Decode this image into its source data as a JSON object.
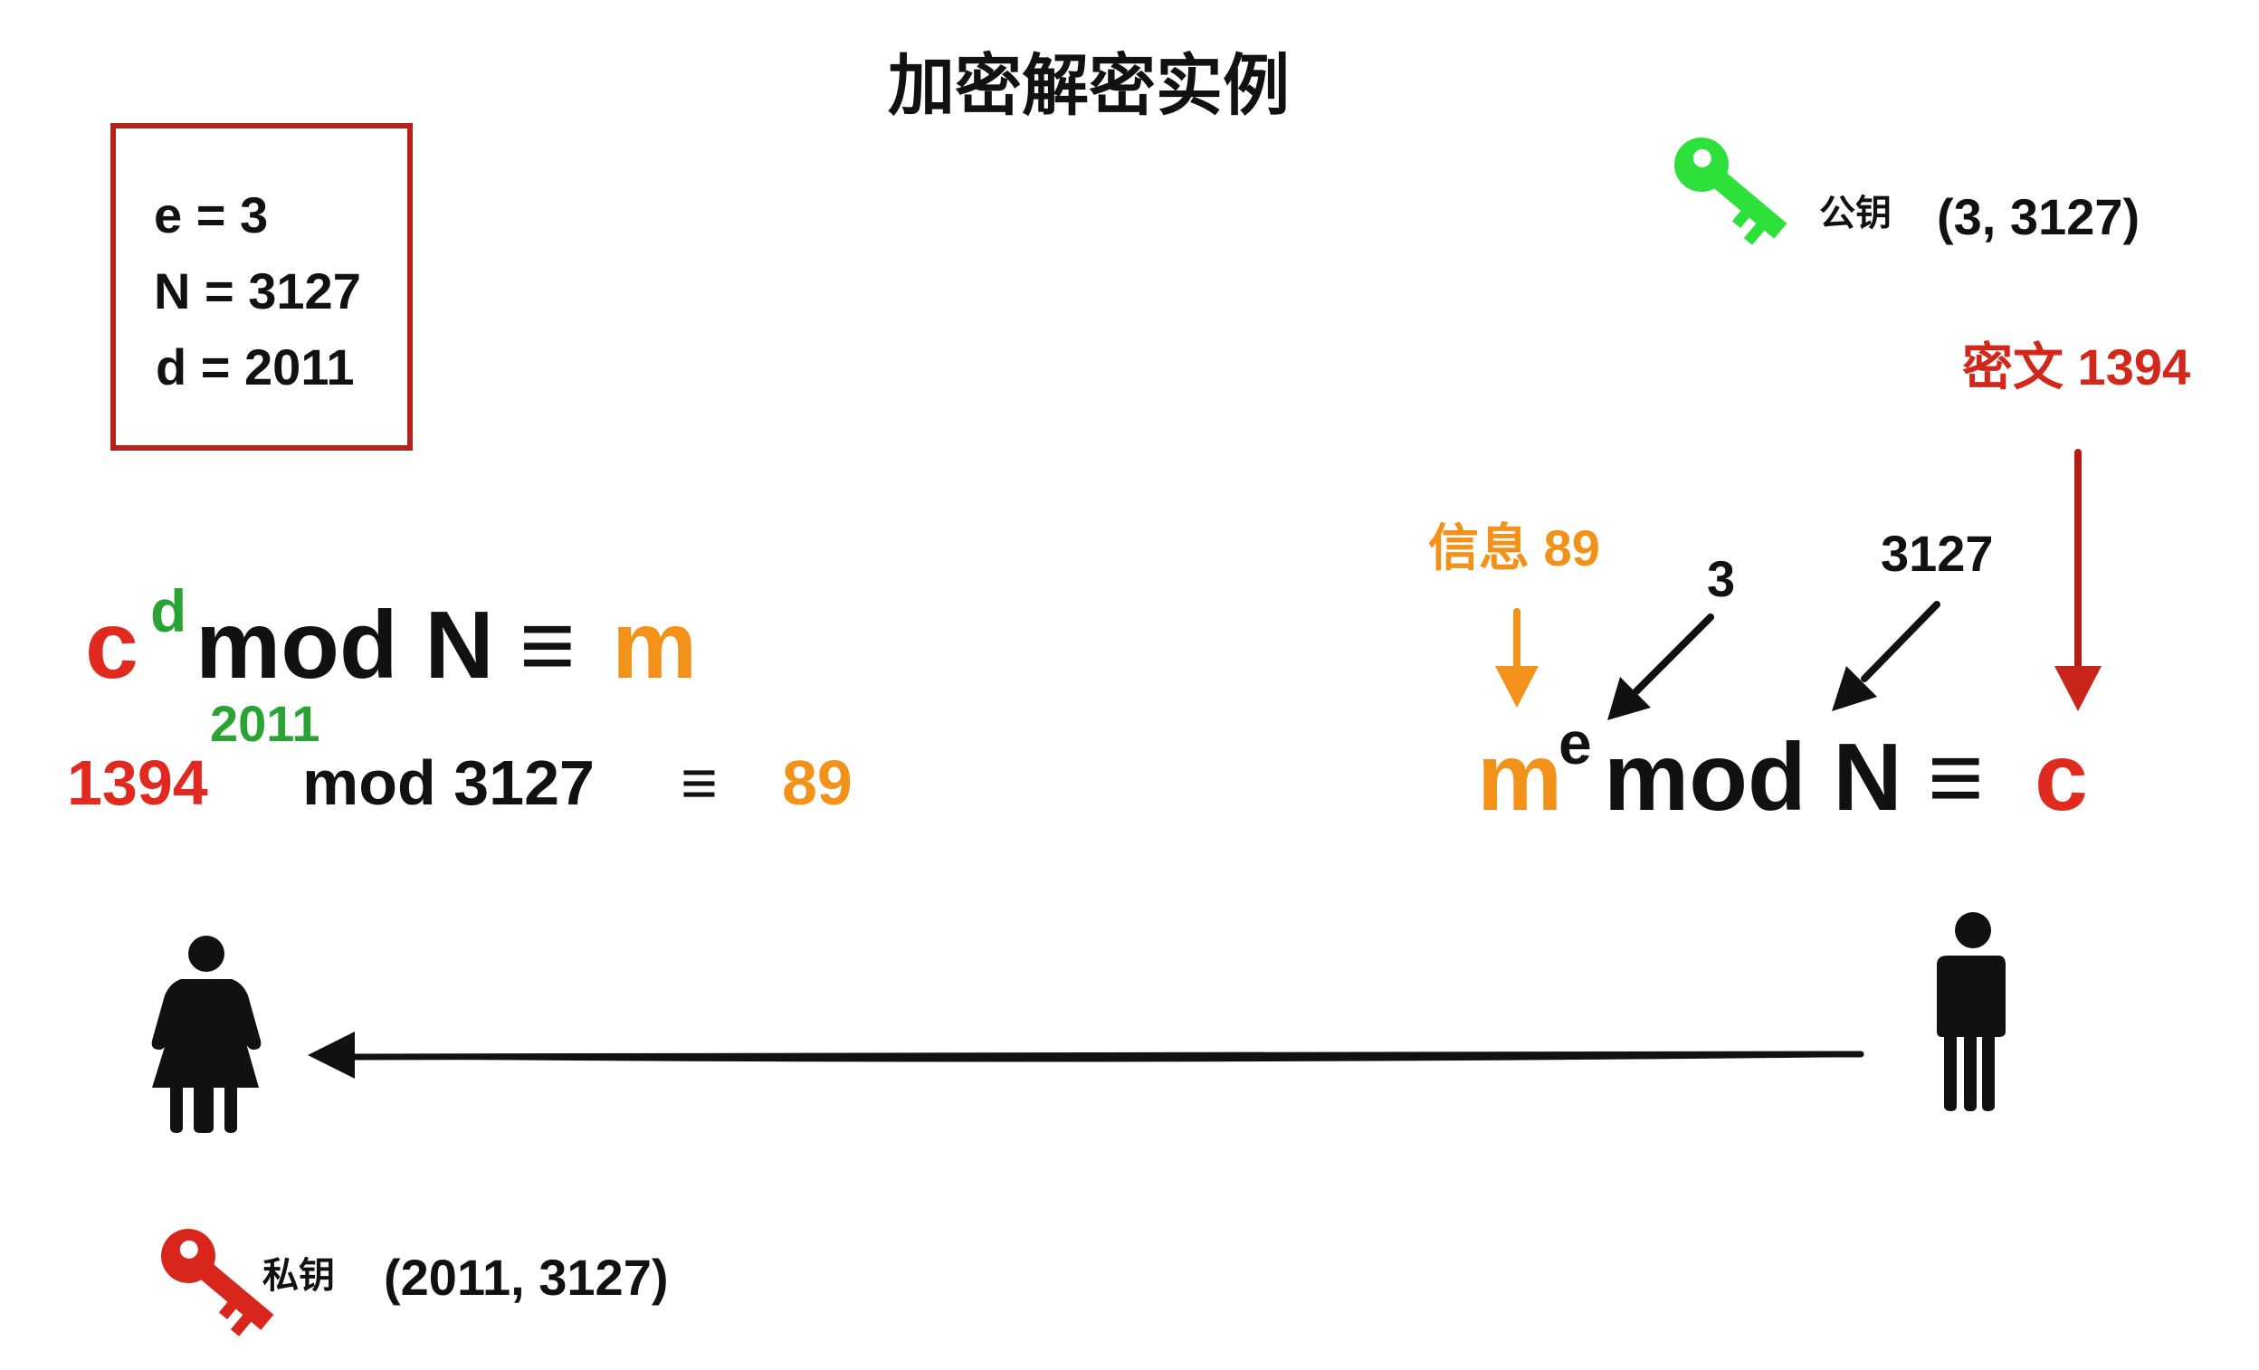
{
  "title": "加密解密实例",
  "parameters": {
    "e_line": "e = 3",
    "N_line": "N = 3127",
    "d_line": "d = 2011"
  },
  "public_key": {
    "label": "公钥",
    "value": "(3, 3127)",
    "color": "#2de03a"
  },
  "private_key": {
    "label": "私钥",
    "value": "(2011, 3127)",
    "color": "#d9261c"
  },
  "ciphertext_label": "密文 1394",
  "message_label": "信息 89",
  "exponent_pointer": "3",
  "modulus_pointer": "3127",
  "decrypt_formula": {
    "base": "c",
    "exponent": "d",
    "mod_text": "mod N",
    "equiv": "≡",
    "result": "m"
  },
  "decrypt_example": {
    "base": "1394",
    "exponent": "2011",
    "mod_text": "mod 3127",
    "equiv": "≡",
    "result": "89"
  },
  "encrypt_formula": {
    "base": "m",
    "exponent": "e",
    "mod_text": "mod N",
    "equiv": "≡",
    "result": "c"
  },
  "colors": {
    "red": "#e02a1f",
    "orange": "#f2921a",
    "green": "#2aa334",
    "box_border": "#b4231d"
  },
  "icons": {
    "receiver": "woman-figure-icon",
    "sender": "man-figure-icon",
    "public_key": "key-icon",
    "private_key": "key-icon"
  }
}
